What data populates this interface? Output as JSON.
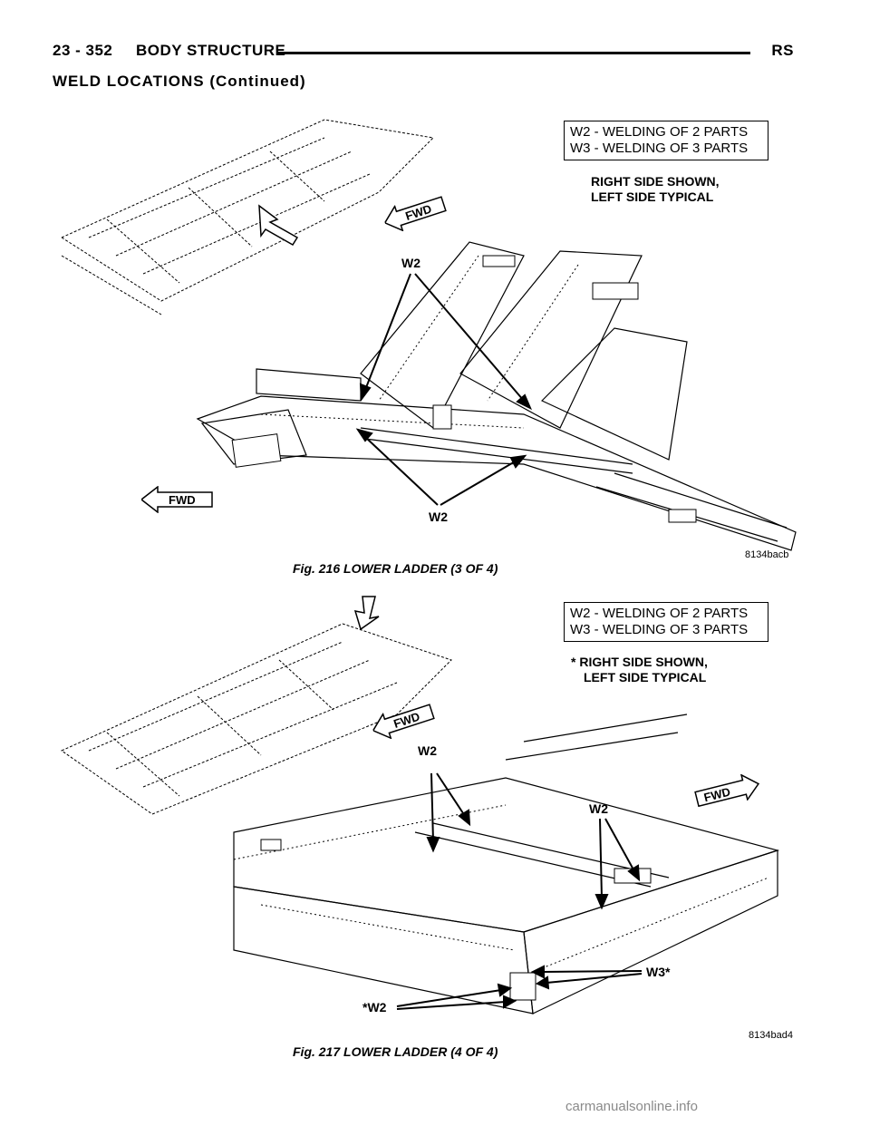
{
  "header": {
    "page_number": "23 - 352",
    "section": "BODY STRUCTURE",
    "tag": "RS"
  },
  "subsection_title": "WELD LOCATIONS (Continued)",
  "figure1": {
    "legend": {
      "line1": "W2 - WELDING OF 2 PARTS",
      "line2": "W3 - WELDING OF 3 PARTS"
    },
    "note": {
      "line1": "RIGHT SIDE SHOWN,",
      "line2": "LEFT SIDE TYPICAL"
    },
    "labels": {
      "w2_top": "W2",
      "w2_bottom": "W2"
    },
    "fwd_label": "FWD",
    "code": "8134bacb",
    "caption": "Fig. 216 LOWER LADDER (3 OF 4)"
  },
  "figure2": {
    "legend": {
      "line1": "W2 - WELDING OF 2 PARTS",
      "line2": "W3 - WELDING OF 3 PARTS"
    },
    "note": {
      "line1": "* RIGHT SIDE SHOWN,",
      "line2": "LEFT SIDE TYPICAL"
    },
    "labels": {
      "w2_left": "W2",
      "w2_right": "W2",
      "w3_star": "W3*",
      "star_w2": "*W2"
    },
    "fwd_label": "FWD",
    "code": "8134bad4",
    "caption": "Fig. 217 LOWER LADDER (4 OF 4)"
  },
  "watermark": "carmanualsonline.info"
}
